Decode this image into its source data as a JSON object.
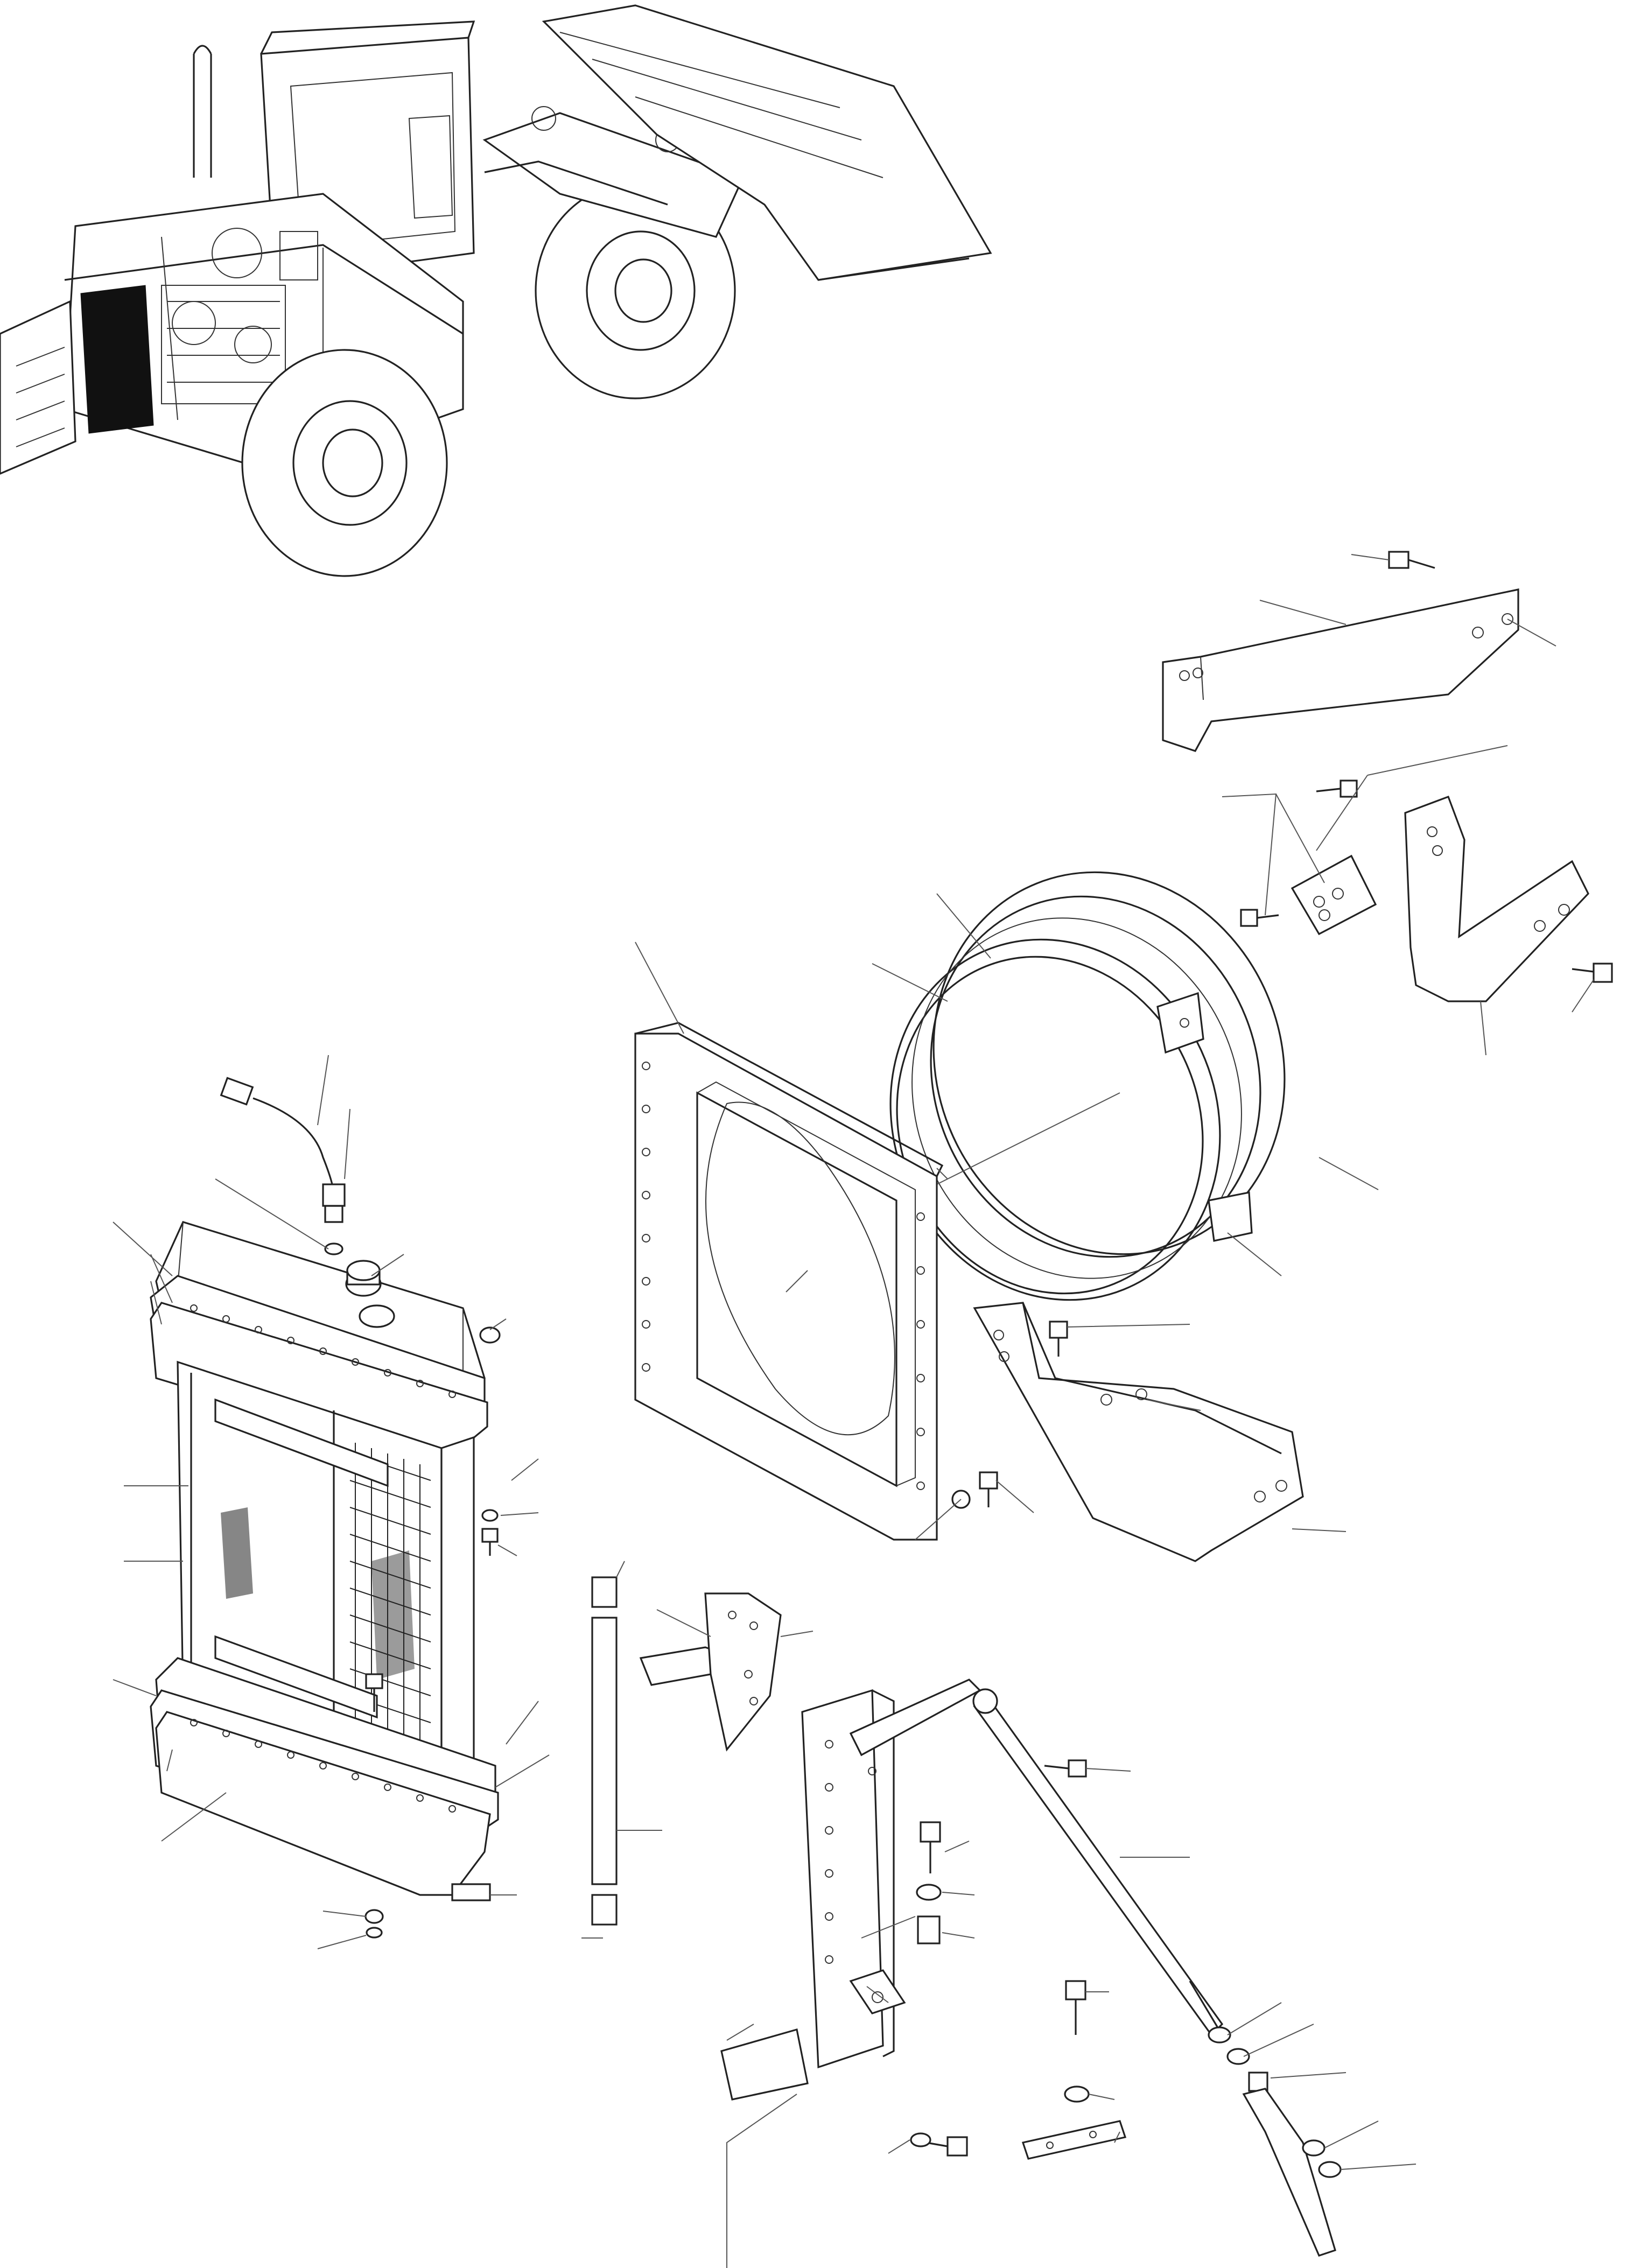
{
  "figure": {
    "kind": "exploded-parts-diagram",
    "subject_icon": "wheel-loader-outline",
    "highlighted_region": "radiator-front",
    "highlight_color": "#111111",
    "line_color": "#222222",
    "background": "#ffffff"
  },
  "callouts": []
}
